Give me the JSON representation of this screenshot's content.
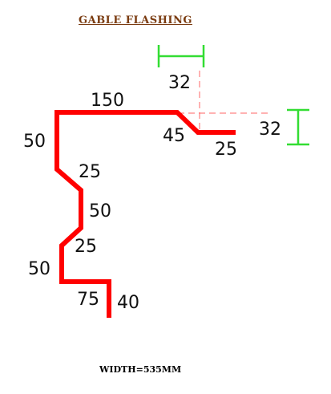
{
  "title": "GABLE FLASHING",
  "width_label": "WIDTH=535MM",
  "dimensions": {
    "top_offset": "32",
    "top_length": "150",
    "right_offset": "32",
    "bend_45": "45",
    "return_25": "25",
    "left_50_upper": "50",
    "diag_25_upper": "25",
    "vert_50": "50",
    "diag_25_lower": "25",
    "left_50_lower": "50",
    "bottom_75": "75",
    "drop_40": "40"
  },
  "colors": {
    "profile": "#ff0000",
    "guide_dash": "#ff6666",
    "dimension_bracket": "#33dd33"
  }
}
